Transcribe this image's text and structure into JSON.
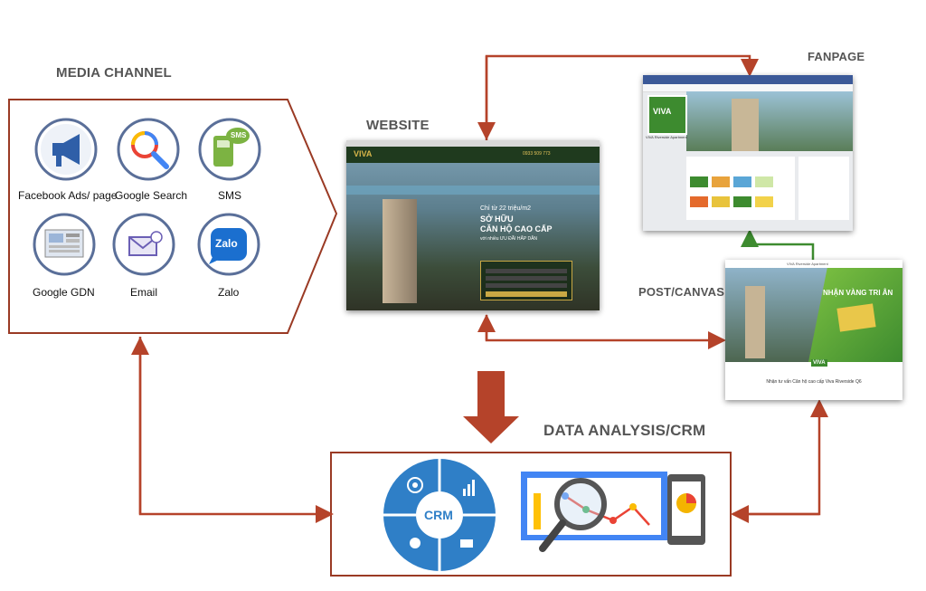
{
  "headings": {
    "media_channel": "MEDIA CHANNEL",
    "website": "WEBSITE",
    "fanpage": "FANPAGE",
    "post_canvas": "POST/CANVAS",
    "data_analysis": "DATA ANALYSIS/CRM"
  },
  "channels": [
    {
      "label": "Facebook Ads/ page",
      "icon": "megaphone-icon"
    },
    {
      "label": "Google Search",
      "icon": "google-search-icon"
    },
    {
      "label": "SMS",
      "icon": "sms-phone-icon"
    },
    {
      "label": "Google GDN",
      "icon": "google-display-icon"
    },
    {
      "label": "Email",
      "icon": "email-icon"
    },
    {
      "label": "Zalo",
      "icon": "zalo-icon"
    }
  ],
  "icon_text": {
    "sms": "SMS",
    "zalo": "Zalo",
    "crm": "CRM"
  },
  "website_shot": {
    "logo": "VIVA",
    "phone": "0933 509 773",
    "hero_line1": "Chỉ từ 22 triệu/m2",
    "hero_line2": "SỞ HỮU",
    "hero_line3": "CĂN HỘ CAO CẤP",
    "hero_line4": "với nhiều ƯU ĐÃI HẤP DẪN"
  },
  "fanpage_shot": {
    "logo": "VIVA",
    "page_name": "VIVA Riverside Apartment"
  },
  "post_shot": {
    "header": "VIVA Riverside Apartment",
    "promo": "NHẬN VÀNG TRI ÂN",
    "caption": "Nhận tư vấn Căn hộ cao cấp Viva Riverside Q6",
    "logo": "VIVA"
  },
  "colors": {
    "arrow": "#b5432a",
    "green_arrow": "#3d8b2f",
    "icon_ring": "#5a6f99",
    "crm_blue": "#2f7fc7"
  }
}
